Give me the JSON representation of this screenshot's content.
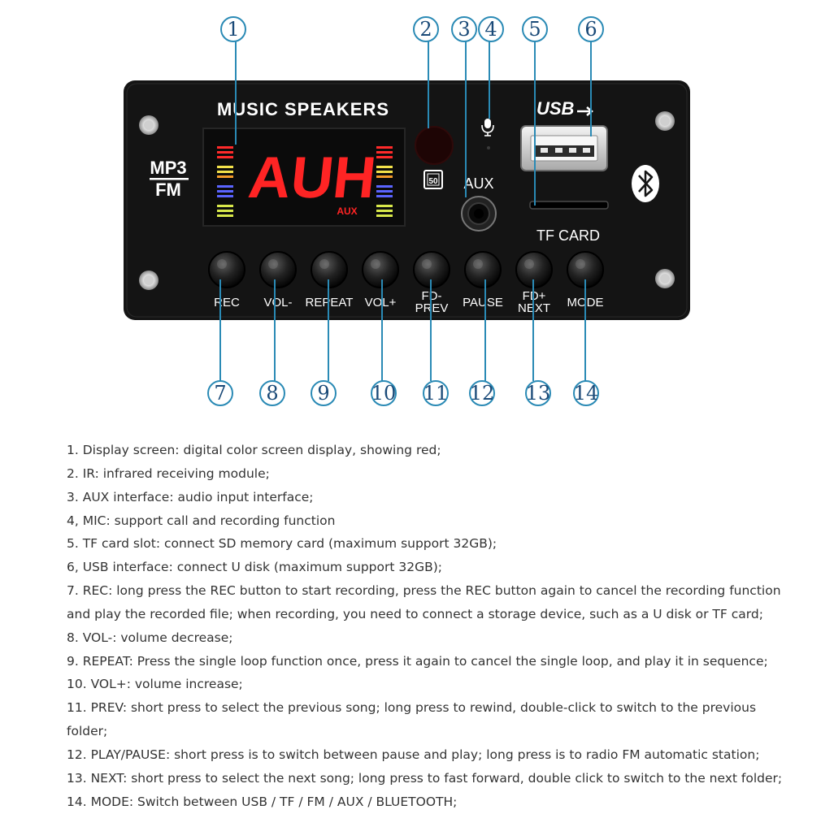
{
  "panel": {
    "title": "MUSIC SPEAKERS",
    "mode_line1": "MP3",
    "mode_line2": "FM",
    "display_text": "AUH",
    "display_subtext": "AUX",
    "aux_label": "AUX",
    "usb_label": "USB",
    "tf_label": "TF CARD",
    "ir_icon_text": "50"
  },
  "buttons": [
    {
      "line1": "REC",
      "line2": ""
    },
    {
      "line1": "VOL-",
      "line2": ""
    },
    {
      "line1": "REPEAT",
      "line2": ""
    },
    {
      "line1": "VOL+",
      "line2": ""
    },
    {
      "line1": "FD-",
      "line2": "PREV"
    },
    {
      "line1": "PAUSE",
      "line2": ""
    },
    {
      "line1": "FD+",
      "line2": "NEXT"
    },
    {
      "line1": "MODE",
      "line2": ""
    }
  ],
  "callouts": [
    "1",
    "2",
    "3",
    "4",
    "5",
    "6",
    "7",
    "8",
    "9",
    "10",
    "11",
    "12",
    "13",
    "14"
  ],
  "colors": {
    "callout": "#2a8ab5",
    "callout_number": "#1a4a78",
    "panel": "#141414",
    "display_red": "#ff2424",
    "text": "#333333"
  },
  "descriptions": [
    "1. Display screen: digital color screen display, showing red;",
    "2. IR: infrared receiving module;",
    "3. AUX interface: audio input interface;",
    "4, MIC: support call and recording function",
    "5. TF card slot: connect SD memory card (maximum support 32GB);",
    "6, USB interface: connect U disk (maximum support 32GB);",
    "7. REC: long press the REC button to start recording, press the REC button again to cancel the recording function",
    "and play the recorded file; when recording, you need to connect a storage device, such as a U disk or TF card;",
    "8. VOL-: volume decrease;",
    "9. REPEAT: Press the single loop function once, press it again to cancel the single loop, and play it in sequence;",
    "10. VOL+: volume increase;",
    "11. PREV: short press to select the previous song; long press to rewind, double-click to switch to the previous folder;",
    "12. PLAY/PAUSE: short press is to switch between pause and play; long press is to radio FM automatic station;",
    "13. NEXT: short press to select the next song; long press to fast forward, double click to switch to the next folder;",
    "14. MODE: Switch between USB / TF / FM / AUX / BLUETOOTH;"
  ]
}
